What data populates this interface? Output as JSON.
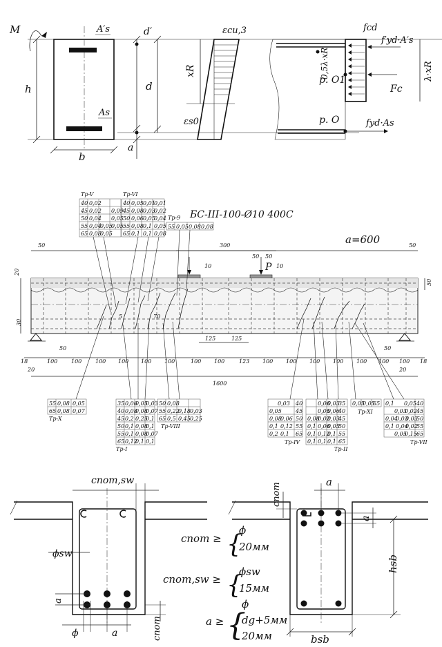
{
  "section1": {
    "M": "M",
    "As_top": "A′s",
    "d_prime": "d′",
    "h": "h",
    "d": "d",
    "As": "As",
    "a": "a",
    "b": "b",
    "eps_cu": "εcu,3",
    "eps_s0": "εs0",
    "xR": "xR",
    "half_lambda": "0,5λ·xR",
    "pO1": "p. O1",
    "pO": "p. O",
    "fcd": "fcd",
    "fyd_top": "f′yd·A′s",
    "Fc": "Fc",
    "lambda_xR": "λ·xR",
    "fyd_bot": "fyd·As"
  },
  "beam": {
    "title": "БС-III-100-Ø10 400С",
    "a600": "a=600",
    "P": "P",
    "top_dims": [
      "50",
      "300",
      "50",
      "50",
      "50",
      "10",
      "10"
    ],
    "left_dims": [
      "20",
      "30"
    ],
    "right_dims": [
      "50"
    ],
    "support_dims": [
      "50",
      "50"
    ],
    "crack_dims": [
      "125",
      "125",
      "5",
      "70"
    ],
    "bottom_row": [
      "18",
      "100",
      "100",
      "100",
      "100",
      "100",
      "100",
      "100",
      "100",
      "123",
      "100",
      "100",
      "100",
      "100",
      "100",
      "100",
      "100",
      "18"
    ],
    "bottom_small": [
      "20",
      "20"
    ],
    "total": "1600",
    "top_tables": [
      {
        "label": "Tp-V",
        "rows": [
          [
            "40",
            "0,02",
            "",
            ""
          ],
          [
            "45",
            "0,02",
            "",
            "0,09"
          ],
          [
            "50",
            "0,04",
            "",
            "0,05"
          ],
          [
            "55",
            "0,04",
            "0,05",
            "0,05"
          ],
          [
            "65",
            "0,08",
            "0,05",
            ""
          ]
        ]
      },
      {
        "label": "Tp-VI",
        "rows": [
          [
            "40",
            "0,05",
            "0,01",
            "0,01"
          ],
          [
            "45",
            "0,08",
            "0,03",
            "0,02"
          ],
          [
            "50",
            "0,06",
            "0,05",
            "0,04"
          ],
          [
            "55",
            "0,08",
            "0,1",
            "0,05"
          ],
          [
            "65",
            "0,1",
            "0,1",
            "0,08"
          ]
        ]
      },
      {
        "label": "Tp-9",
        "rows": [
          [
            "55",
            "0,05",
            "0,08",
            "0,08"
          ]
        ]
      }
    ],
    "bottom_tables": [
      {
        "label": "Tp-X",
        "rows": [
          [
            "55",
            "0,08",
            "0,05"
          ],
          [
            "65",
            "0,08",
            "0,07"
          ]
        ]
      },
      {
        "label": "Tp-I",
        "rows": [
          [
            "35",
            "0,06",
            "0,05",
            "0,03"
          ],
          [
            "40",
            "0,08",
            "0,08",
            "0,07"
          ],
          [
            "45",
            "0,2",
            "0,25",
            "0,1"
          ],
          [
            "50",
            "0,1",
            "0,08",
            "0,1"
          ],
          [
            "55",
            "0,1",
            "0,08",
            "0,07"
          ],
          [
            "65",
            "0,12",
            "0,1",
            "0,1"
          ]
        ]
      },
      {
        "label": "Tp-VIII",
        "rows": [
          [
            "50",
            "0,08",
            "",
            ""
          ],
          [
            "55",
            "0,22",
            "0,18",
            "0,03"
          ],
          [
            "65",
            "0,5",
            "0,45",
            "0,25"
          ]
        ]
      },
      {
        "label": "Tp-IV",
        "rows": [
          [
            "0,03",
            "40"
          ],
          [
            "0,05",
            "45"
          ],
          [
            "0,08",
            "0,06",
            "50"
          ],
          [
            "0,1",
            "0,12",
            "55"
          ],
          [
            "0,2",
            "0,1",
            "65"
          ]
        ]
      },
      {
        "label": "Tp-II",
        "rows": [
          [
            "0,06",
            "0,03",
            "35"
          ],
          [
            "0,05",
            "0,06",
            "40"
          ],
          [
            "0,08",
            "0,02",
            "0,03",
            "45"
          ],
          [
            "0,1",
            "0,06",
            "0,05",
            "50"
          ],
          [
            "0,1",
            "0,12",
            "0,1",
            "55"
          ],
          [
            "0,1",
            "0,1",
            "0,1",
            "65"
          ]
        ]
      },
      {
        "label": "Tp-XI",
        "rows": [
          [
            "0,05",
            "0,05",
            "65"
          ]
        ]
      },
      {
        "label": "Tp-VII",
        "rows": [
          [
            "0,1",
            "0,05",
            "40"
          ],
          [
            "0,03",
            "0,02",
            "45"
          ],
          [
            "0,04",
            "0,03",
            "0,03",
            "50"
          ],
          [
            "0,1",
            "0,04",
            "0,02",
            "55"
          ],
          [
            "0,05",
            "0,15",
            "65"
          ]
        ]
      }
    ]
  },
  "cover": {
    "c_nom_sw": "cnom,sw",
    "phi_sw": "ϕsw",
    "a_left": "a",
    "phi": "ϕ",
    "a_bottom": "a",
    "c_nom_left": "cnom",
    "c_nom_right": "cnom",
    "a_top": "a",
    "a_side": "a",
    "h_sb": "hsb",
    "b_sb": "bsb",
    "rule1": {
      "lhs": "cnom ≥",
      "opt1": "ϕ",
      "opt2": "20мм"
    },
    "rule2": {
      "lhs": "cnom,sw ≥",
      "opt1": "ϕsw",
      "opt2": "15мм"
    },
    "rule3": {
      "lhs": "a ≥",
      "opt1": "ϕ",
      "opt2": "dg+5мм",
      "opt3": "20мм"
    }
  }
}
